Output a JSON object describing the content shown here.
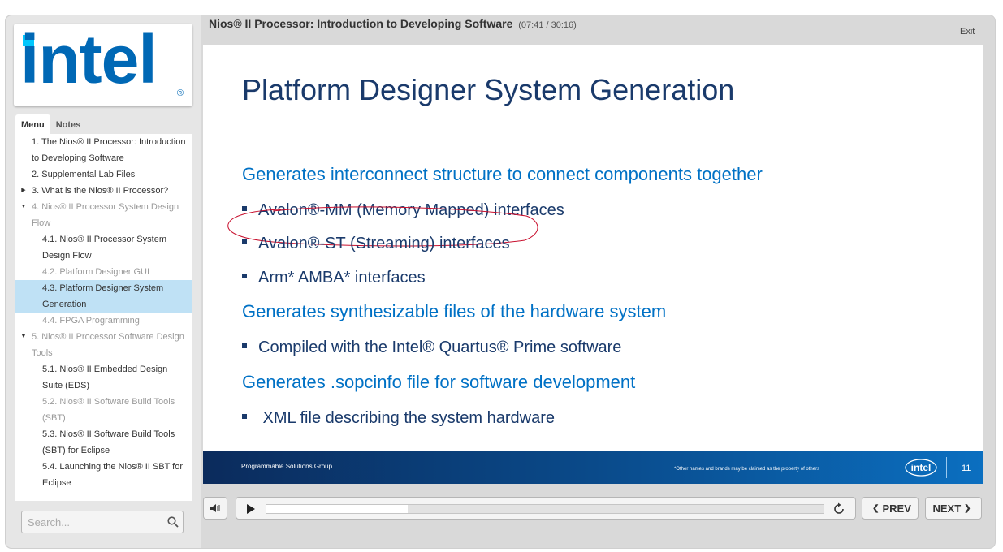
{
  "brand": {
    "logo_text": "intel",
    "logo_mark": "®",
    "accent": "#0068b5"
  },
  "sidebar": {
    "tabs": [
      {
        "label": "Menu",
        "active": true
      },
      {
        "label": "Notes",
        "active": false
      }
    ],
    "menu": [
      {
        "label": "1. The Nios® II Processor: Introduction to Developing Software",
        "level": 1,
        "arrow": "",
        "state": "normal"
      },
      {
        "label": "2. Supplemental Lab Files",
        "level": 1,
        "arrow": "",
        "state": "normal"
      },
      {
        "label": "3. What is the Nios® II Processor?",
        "level": 1,
        "arrow": "▶",
        "state": "normal"
      },
      {
        "label": "4. Nios® II Processor System Design Flow",
        "level": 1,
        "arrow": "▼",
        "state": "dim"
      },
      {
        "label": "4.1. Nios® II Processor System Design Flow",
        "level": 2,
        "arrow": "",
        "state": "normal"
      },
      {
        "label": "4.2. Platform Designer GUI",
        "level": 2,
        "arrow": "",
        "state": "dim"
      },
      {
        "label": "4.3. Platform Designer System Generation",
        "level": 2,
        "arrow": "",
        "state": "selected"
      },
      {
        "label": "4.4. FPGA Programming",
        "level": 2,
        "arrow": "",
        "state": "dim"
      },
      {
        "label": "5. Nios® II Processor Software Design Tools",
        "level": 1,
        "arrow": "▼",
        "state": "dim"
      },
      {
        "label": "5.1. Nios® II Embedded Design Suite (EDS)",
        "level": 2,
        "arrow": "",
        "state": "normal"
      },
      {
        "label": "5.2. Nios® II Software Build Tools (SBT)",
        "level": 2,
        "arrow": "",
        "state": "dim"
      },
      {
        "label": "5.3. Nios® II Software Build Tools (SBT) for Eclipse",
        "level": 2,
        "arrow": "",
        "state": "normal"
      },
      {
        "label": "5.4. Launching the Nios® II SBT for Eclipse",
        "level": 2,
        "arrow": "",
        "state": "normal"
      }
    ],
    "search": {
      "placeholder": "Search..."
    }
  },
  "header": {
    "title": "Nios® II Processor: Introduction to Developing Software",
    "time": "(07:41 / 30:16)",
    "exit_label": "Exit"
  },
  "slide": {
    "title": "Platform Designer System Generation",
    "lines": [
      {
        "type": "heading",
        "text": "Generates interconnect structure to connect components together"
      },
      {
        "type": "bullet",
        "text": "Avalon®-MM (Memory Mapped) interfaces"
      },
      {
        "type": "bullet",
        "text": "Avalon®-ST (Streaming) interfaces",
        "circled": true
      },
      {
        "type": "bullet",
        "text": "Arm* AMBA* interfaces"
      },
      {
        "type": "heading",
        "text": "Generates synthesizable files of the hardware system"
      },
      {
        "type": "bullet",
        "text": "Compiled with the Intel® Quartus® Prime software"
      },
      {
        "type": "heading",
        "text": "Generates .sopcinfo file for software development"
      },
      {
        "type": "bullet",
        "text": " XML file describing the system hardware"
      }
    ],
    "footer": {
      "left": "Programmable Solutions Group",
      "middle": "*Other names and brands may be claimed as the property of others",
      "logo_text": "intel",
      "page": "11"
    }
  },
  "player": {
    "progress_fraction": 0.254,
    "prev_label": "PREV",
    "next_label": "NEXT",
    "icons": [
      "volume-icon",
      "play-icon",
      "replay-icon",
      "chevron-left-icon",
      "chevron-right-icon",
      "search-icon"
    ]
  }
}
